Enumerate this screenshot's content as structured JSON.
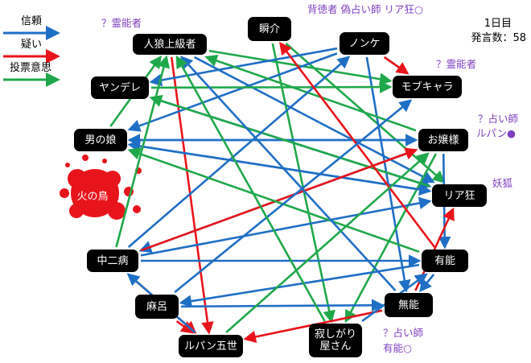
{
  "legend": {
    "trust": "信頼",
    "doubt": "疑い",
    "vote": "投票意思",
    "colors": {
      "trust": "#1f6fc5",
      "doubt": "#e8141b",
      "vote": "#1fa84a"
    }
  },
  "stats": {
    "day": "1日目",
    "remarks": "発言数：58"
  },
  "characters": {
    "jinro": "人狼上級者",
    "shunsuke": "瞬介",
    "nonke": "ノンケ",
    "mobu": "モブキャラ",
    "yandere": "ヤンデレ",
    "otoko": "男の娘",
    "ojou": "お嬢様",
    "hinotori": "火の鳥",
    "riakyo": "リア狂",
    "chuuni": "中二病",
    "yuunou": "有能",
    "maro": "麻呂",
    "munou": "無能",
    "lupin": "ルパン五世",
    "sabishi_1": "寂しがり",
    "sabishi_2": "屋さん"
  },
  "annotations": {
    "jinro_note": "？霊能者",
    "top_note": "背徳者 偽占い師 リア狂○",
    "mobu_note": "？霊能者",
    "ojou_note_1": "？占い師",
    "ojou_note_2": "ルパン●",
    "riakyo_note": "妖狐",
    "sabishi_note_1": "？占い師",
    "sabishi_note_2": "有能○"
  },
  "arrows": [
    {
      "from": "jinro",
      "to": "mobu",
      "type": "vote"
    },
    {
      "from": "jinro",
      "to": "riakyo",
      "type": "trust"
    },
    {
      "from": "jinro",
      "to": "lupin",
      "type": "doubt"
    },
    {
      "from": "shunsuke",
      "to": "sabishi",
      "type": "vote"
    },
    {
      "from": "shunsuke",
      "to": "riakyo",
      "type": "vote"
    },
    {
      "from": "nonke",
      "to": "mobu",
      "type": "doubt"
    },
    {
      "from": "nonke",
      "to": "otoko",
      "type": "trust"
    },
    {
      "from": "nonke",
      "to": "yandere",
      "type": "trust"
    },
    {
      "from": "nonke",
      "to": "munou",
      "type": "trust"
    },
    {
      "from": "yandere",
      "to": "mobu",
      "type": "vote"
    },
    {
      "from": "yandere",
      "to": "riakyo",
      "type": "trust"
    },
    {
      "from": "otoko",
      "to": "jinro",
      "type": "vote"
    },
    {
      "from": "otoko",
      "to": "riakyo",
      "type": "trust"
    },
    {
      "from": "otoko",
      "to": "ojou",
      "type": "trust"
    },
    {
      "from": "ojou",
      "to": "jinro",
      "type": "vote"
    },
    {
      "from": "ojou",
      "to": "otoko",
      "type": "trust"
    },
    {
      "from": "ojou",
      "to": "yuunou",
      "type": "trust"
    },
    {
      "from": "ojou",
      "to": "sabishi",
      "type": "vote"
    },
    {
      "from": "ojou",
      "to": "chuuni",
      "type": "trust"
    },
    {
      "from": "riakyo",
      "to": "yandere",
      "type": "vote"
    },
    {
      "from": "riakyo",
      "to": "otoko",
      "type": "trust"
    },
    {
      "from": "chuuni",
      "to": "jinro",
      "type": "vote"
    },
    {
      "from": "chuuni",
      "to": "ojou",
      "type": "doubt"
    },
    {
      "from": "chuuni",
      "to": "nonke",
      "type": "trust"
    },
    {
      "from": "chuuni",
      "to": "riakyo",
      "type": "trust"
    },
    {
      "from": "chuuni",
      "to": "lupin",
      "type": "doubt"
    },
    {
      "from": "chuuni",
      "to": "yuunou",
      "type": "trust"
    },
    {
      "from": "yuunou",
      "to": "shunsuke",
      "type": "doubt"
    },
    {
      "from": "yuunou",
      "to": "otoko",
      "type": "vote"
    },
    {
      "from": "yuunou",
      "to": "maro",
      "type": "trust"
    },
    {
      "from": "yuunou",
      "to": "munou",
      "type": "trust"
    },
    {
      "from": "maro",
      "to": "lupin",
      "type": "doubt"
    },
    {
      "from": "maro",
      "to": "munou",
      "type": "trust"
    },
    {
      "from": "maro",
      "to": "mobu",
      "type": "trust"
    },
    {
      "from": "munou",
      "to": "riakyo",
      "type": "doubt"
    },
    {
      "from": "munou",
      "to": "lupin",
      "type": "doubt"
    },
    {
      "from": "munou",
      "to": "jinro",
      "type": "trust"
    },
    {
      "from": "lupin",
      "to": "ojou",
      "type": "vote"
    },
    {
      "from": "lupin",
      "to": "chuuni",
      "type": "trust"
    },
    {
      "from": "sabishi",
      "to": "jinro",
      "type": "vote"
    },
    {
      "from": "sabishi",
      "to": "yuunou",
      "type": "trust"
    }
  ]
}
